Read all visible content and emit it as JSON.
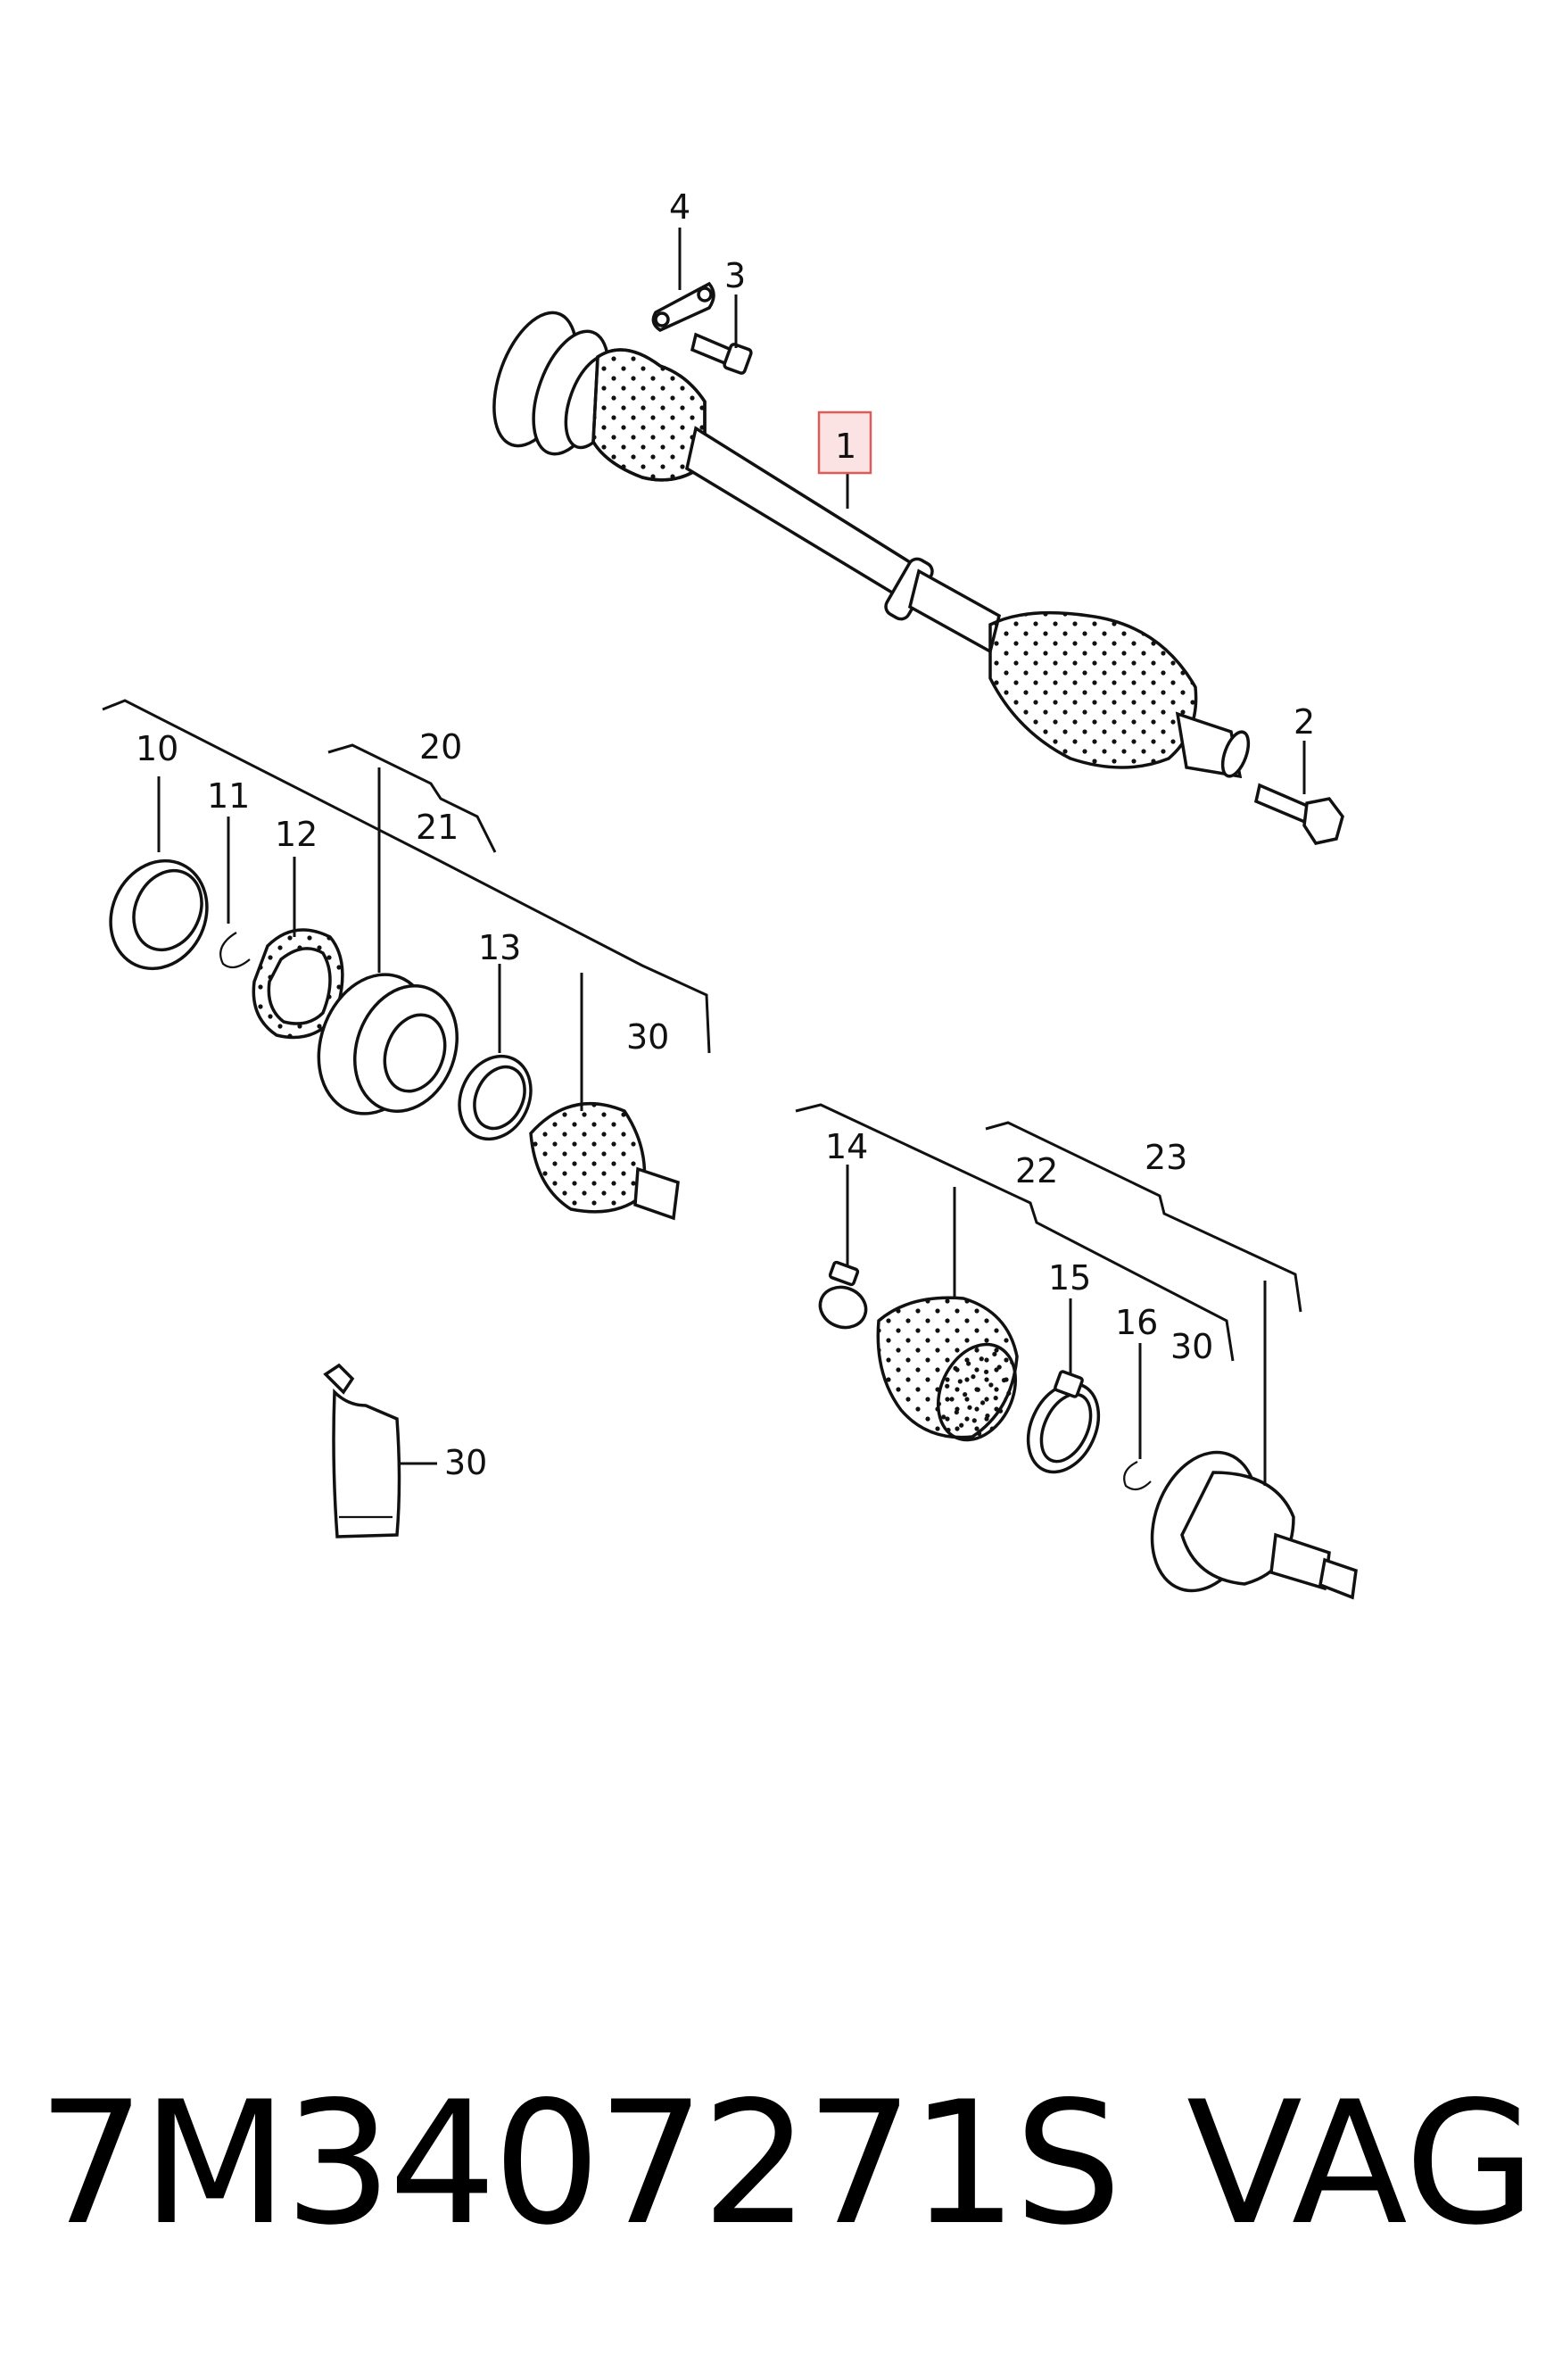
{
  "callouts": {
    "c1": "1",
    "c2": "2",
    "c3": "3",
    "c4": "4",
    "c10": "10",
    "c11": "11",
    "c12": "12",
    "c13": "13",
    "c14": "14",
    "c15": "15",
    "c16": "16",
    "c20": "20",
    "c21": "21",
    "c22": "22",
    "c23": "23",
    "c30a": "30",
    "c30b": "30",
    "c30c": "30"
  },
  "footer": {
    "part_number": "7M3407271S",
    "brand": "VAG"
  },
  "colors": {
    "highlight_box": "#e05a5a",
    "highlight_fill": "#fbe3e3",
    "line": "#111111"
  }
}
